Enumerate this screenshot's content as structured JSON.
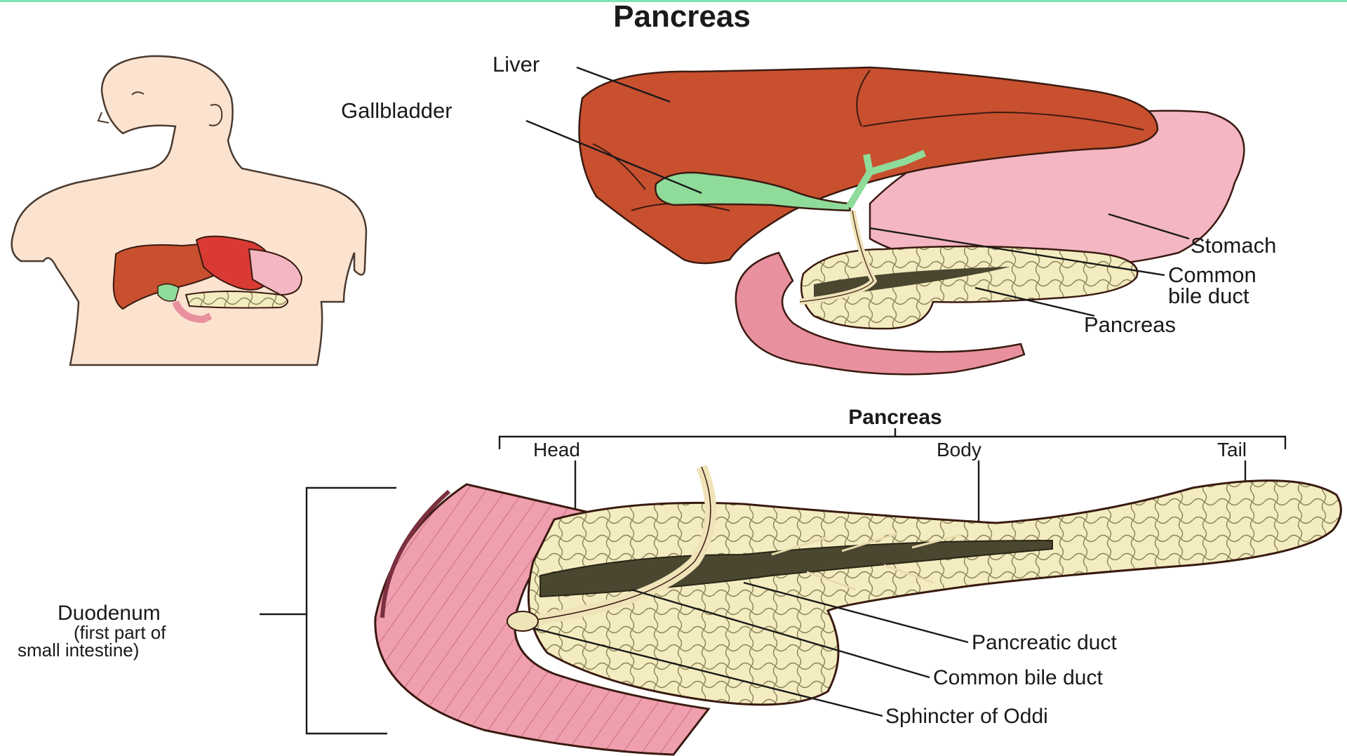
{
  "title": "Pancreas",
  "top_figure": {
    "labels": {
      "liver": "Liver",
      "gallbladder": "Gallbladder",
      "stomach": "Stomach",
      "common_bile_duct_line1": "Common",
      "common_bile_duct_line2": "bile duct",
      "pancreas": "Pancreas"
    }
  },
  "bottom_figure": {
    "heading": "Pancreas",
    "parts": {
      "head": "Head",
      "body": "Body",
      "tail": "Tail"
    },
    "duodenum": {
      "line1": "Duodenum",
      "line2": "(first part of",
      "line3": "small intestine)"
    },
    "labels": {
      "pancreatic_duct": "Pancreatic duct",
      "common_bile_duct": "Common bile duct",
      "sphincter": "Sphincter of Oddi"
    }
  },
  "colors": {
    "skin": "#fbe3d0",
    "liver": "#c8502f",
    "gallbladder": "#8fdc9a",
    "stomach": "#f4b6c2",
    "pancreas": "#f3ecc0",
    "duct": "#4a4630",
    "duodenum": "#e9909e",
    "top_border": "#7fe3b8"
  }
}
